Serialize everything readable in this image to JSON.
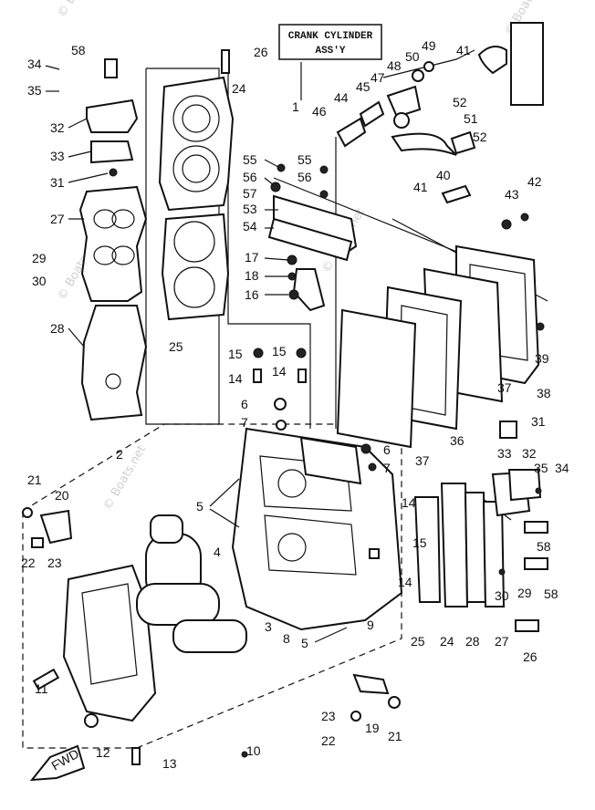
{
  "title_box": {
    "line1": "CRANK CYLINDER",
    "line2": "ASS'Y"
  },
  "watermark": "© Boats.net",
  "fwd_label": "FWD",
  "callouts": {
    "c1": "1",
    "c2": "2",
    "c3": "3",
    "c4": "4",
    "c5": "5",
    "c6": "6",
    "c7": "7",
    "c8": "8",
    "c9": "9",
    "c10": "10",
    "c11": "11",
    "c12": "12",
    "c13": "13",
    "c14": "14",
    "c15": "15",
    "c16": "16",
    "c17": "17",
    "c18": "18",
    "c19": "19",
    "c20": "20",
    "c21": "21",
    "c22": "22",
    "c23": "23",
    "c24": "24",
    "c25": "25",
    "c26": "26",
    "c27": "27",
    "c28": "28",
    "c29": "29",
    "c30": "30",
    "c31": "31",
    "c32": "32",
    "c33": "33",
    "c34": "34",
    "c35": "35",
    "c36": "36",
    "c37": "37",
    "c38": "38",
    "c39": "39",
    "c40": "40",
    "c41": "41",
    "c42": "42",
    "c43": "43",
    "c44": "44",
    "c45": "45",
    "c46": "46",
    "c47": "47",
    "c48": "48",
    "c49": "49",
    "c50": "50",
    "c51": "51",
    "c52": "52",
    "c53": "53",
    "c54": "54",
    "c55": "55",
    "c56": "56",
    "c57": "57",
    "c58": "58"
  }
}
